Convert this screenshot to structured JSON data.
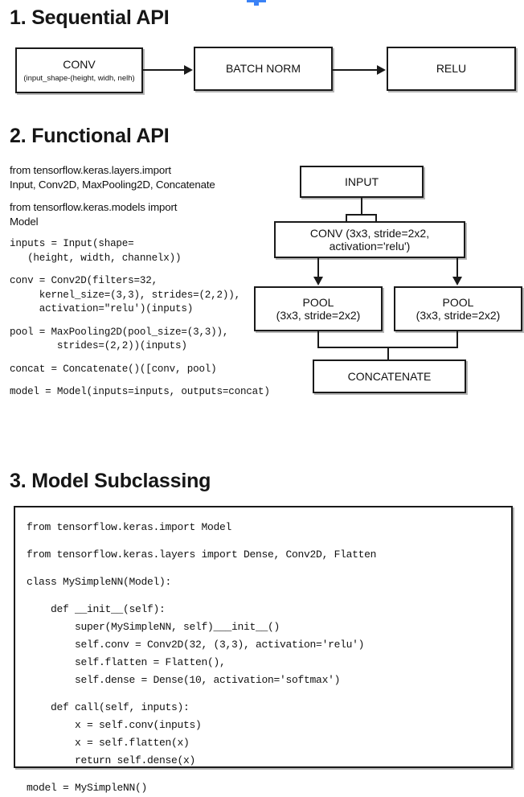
{
  "sections": [
    {
      "heading": "1. Sequential API"
    },
    {
      "heading": "2. Functional API"
    },
    {
      "heading": "3. Model Subclassing"
    }
  ],
  "sequential_diagram": {
    "nodes": [
      {
        "title": "CONV",
        "subtitle": "(input_shape-(height, widh, nelh)"
      },
      {
        "title": "BATCH NORM",
        "subtitle": ""
      },
      {
        "title": "RELU",
        "subtitle": ""
      }
    ]
  },
  "functional_code": {
    "blocks": [
      {
        "style": "sans",
        "lines": [
          "from tensorflow.keras.layers.import",
          "Input, Conv2D, MaxPooling2D, Concatenate"
        ]
      },
      {
        "style": "sans",
        "lines": [
          "from tensorflow.keras.models import",
          "Model"
        ]
      },
      {
        "style": "mono",
        "lines": [
          "inputs = Input(shape=",
          "   (height, width, channelx))"
        ]
      },
      {
        "style": "mono",
        "lines": [
          "conv = Conv2D(filters=32,",
          "     kernel_size=(3,3), strides=(2,2)),",
          "     activation=\"relu')(inputs)"
        ]
      },
      {
        "style": "mono",
        "lines": [
          "pool = MaxPooling2D(pool_size=(3,3)),",
          "        strides=(2,2))(inputs)"
        ]
      },
      {
        "style": "mono",
        "lines": [
          "concat = Concatenate()([conv, pool)"
        ]
      },
      {
        "style": "mono",
        "lines": [
          "model = Model(inputs=inputs, outputs=concat)"
        ]
      }
    ]
  },
  "functional_diagram": {
    "input_node": {
      "title": "INPUT"
    },
    "conv_node": {
      "title": "CONV (3x3, stride=2x2,\nactivation='relu')"
    },
    "pool_left": {
      "title": "POOL\n(3x3, stride=2x2)"
    },
    "pool_right": {
      "title": "POOL\n(3x3, stride=2x2)"
    },
    "concat_node": {
      "title": "CONCATENATE"
    }
  },
  "subclassing_code": {
    "lines": [
      "from tensorflow.keras.import Model",
      "",
      "from tensorflow.keras.layers import Dense, Conv2D, Flatten",
      "",
      "class MySimpleNN(Model):",
      "",
      "    def __init__(self):",
      "        super(MySimpleNN, self)___init__()",
      "        self.conv = Conv2D(32, (3,3), activation='relu')",
      "        self.flatten = Flatten(),",
      "        self.dense = Dense(10, activation='softmax')",
      "",
      "    def call(self, inputs):",
      "        x = self.conv(inputs)",
      "        x = self.flatten(x)",
      "        return self.dense(x)",
      "",
      "model = MySimpleNN()"
    ]
  },
  "colors": {
    "stroke": "#1a1a1a",
    "background": "#ffffff",
    "artifact": "#3b82f6"
  }
}
